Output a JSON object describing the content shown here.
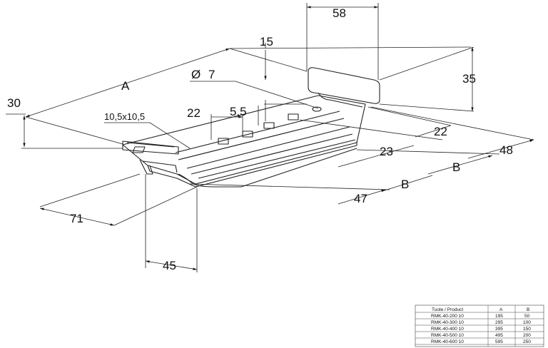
{
  "dimensions": {
    "d58": "58",
    "d15": "15",
    "d35": "35",
    "d30": "30",
    "dA": "A",
    "d7": "7",
    "d_phi": "Ø",
    "d22_top": "22",
    "d5_5": "5,5",
    "d10x10": "10,5x10,5",
    "d22_right": "22",
    "d23": "23",
    "d48": "48",
    "dB_right": "B",
    "dB_mid": "B",
    "d47": "47",
    "d71": "71",
    "d45": "45"
  },
  "table": {
    "headers": [
      "Tuote / Product",
      "A",
      "B"
    ],
    "rows": [
      [
        "RMK-40-200 10",
        "195",
        "50"
      ],
      [
        "RMK-40-300 10",
        "295",
        "100"
      ],
      [
        "RMK-40-400 10",
        "395",
        "150"
      ],
      [
        "RMK-40-500 10",
        "495",
        "200"
      ],
      [
        "RMK-40-600 10",
        "595",
        "250"
      ]
    ]
  }
}
